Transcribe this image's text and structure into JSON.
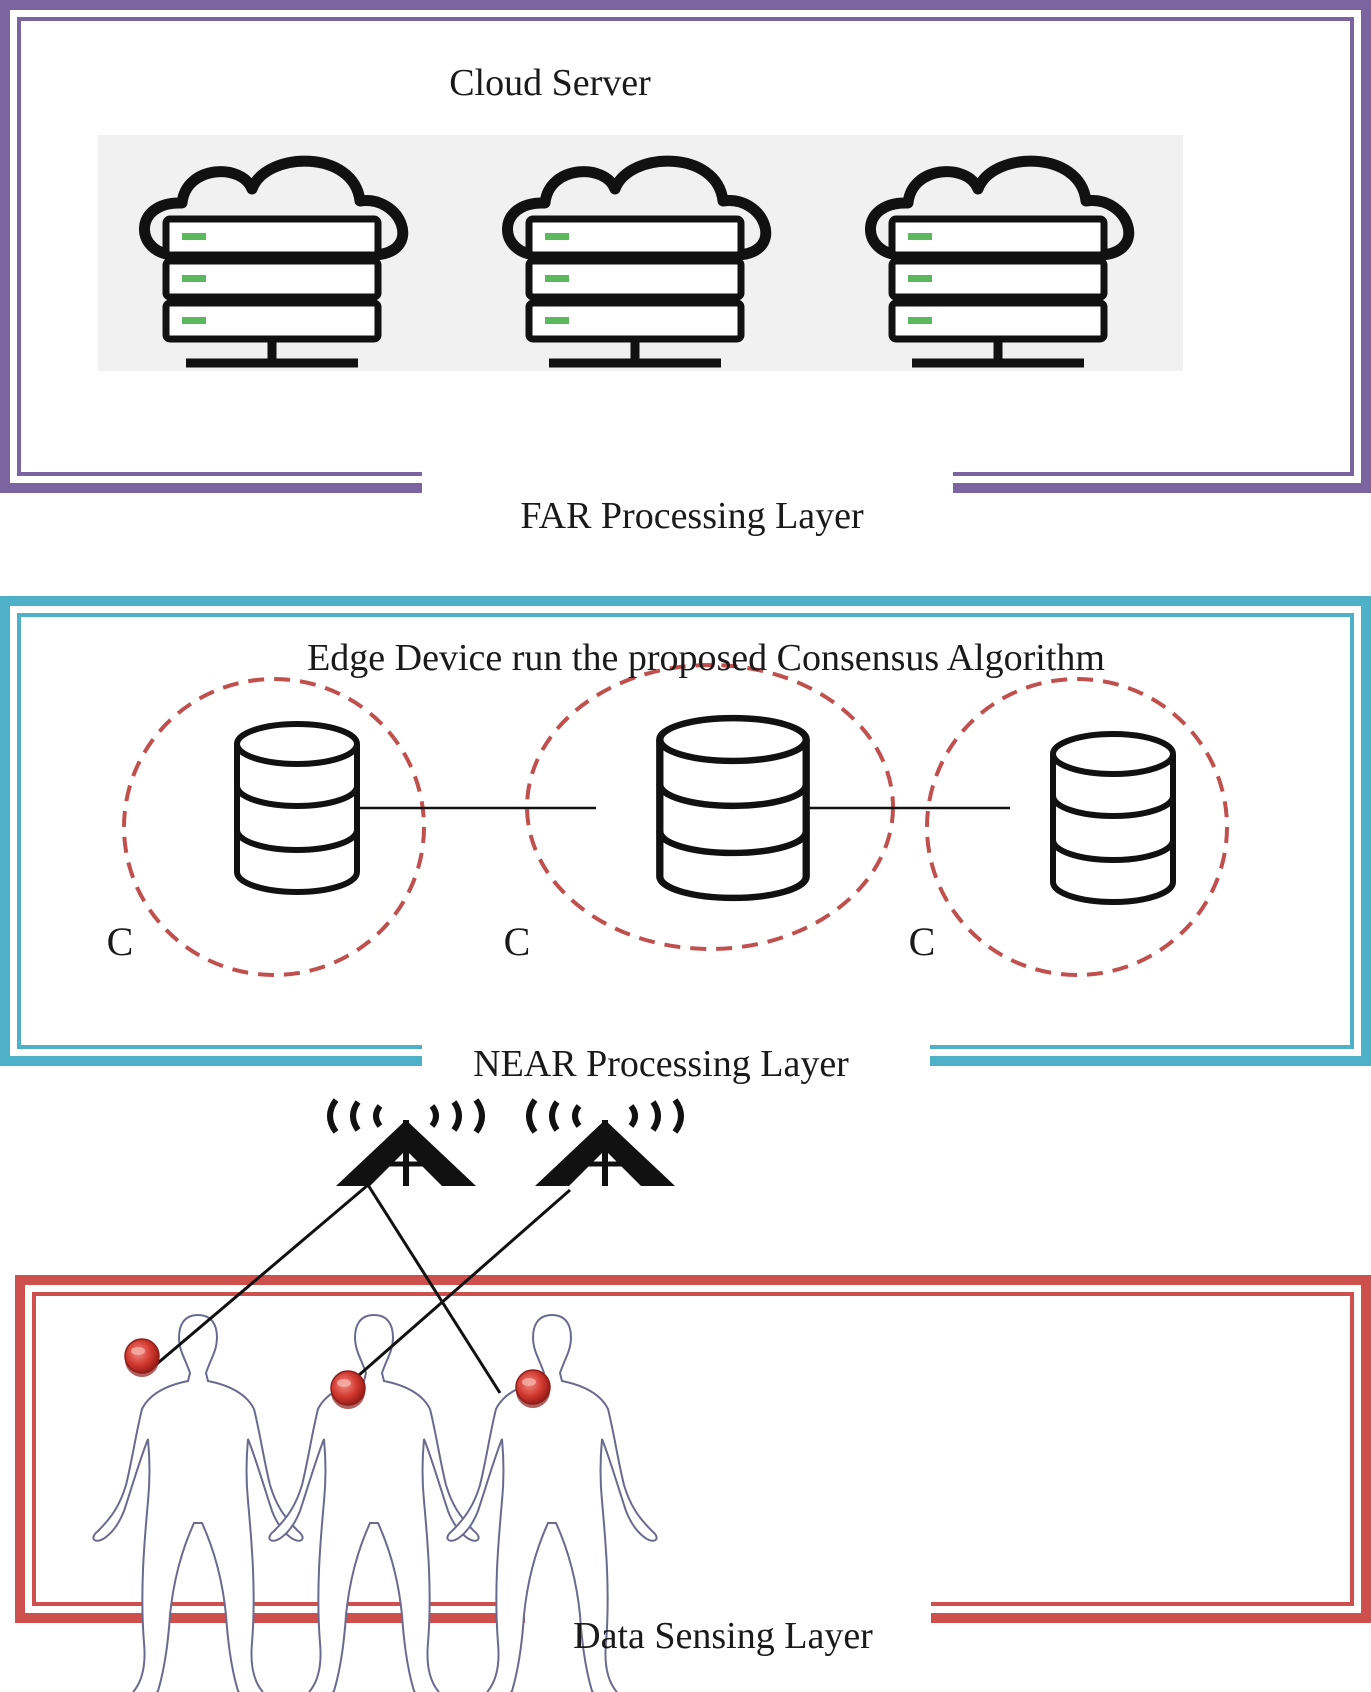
{
  "layers": {
    "far": {
      "label": "FAR Processing Layer",
      "heading": "Cloud Server",
      "color": "#7b64a0"
    },
    "near": {
      "label": "NEAR Processing Layer",
      "heading": "Edge Device run the proposed Consensus Algorithm",
      "color": "#4fb1c8",
      "cluster_label": "C"
    },
    "sensing": {
      "label": "Data Sensing Layer",
      "color": "#cd504d"
    }
  },
  "colors": {
    "cluster_outline": "#c0504d",
    "server_led": "#5cb85c",
    "sensor": "#c0392b"
  }
}
